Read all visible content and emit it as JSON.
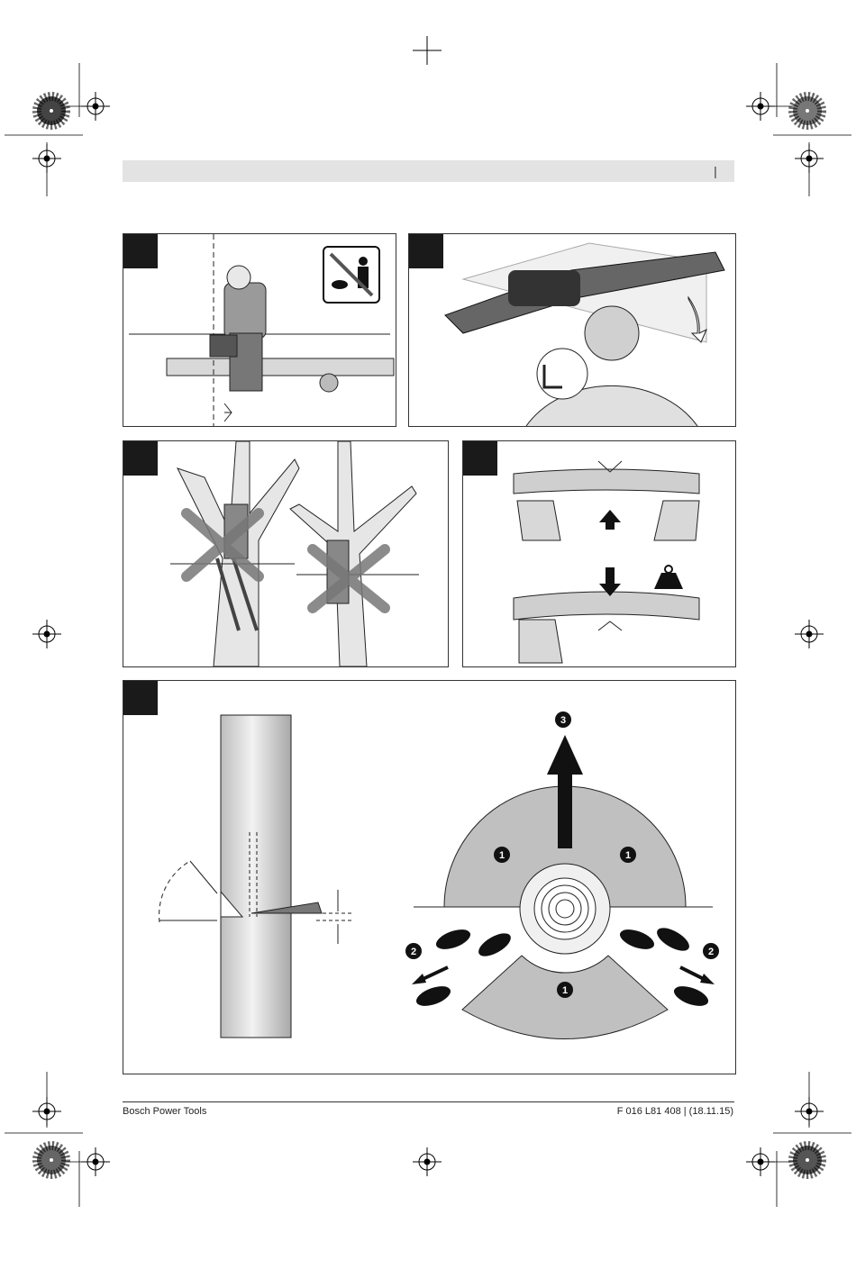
{
  "header": {
    "page_mark": "|"
  },
  "footer": {
    "publisher": "Bosch Power Tools",
    "doc_code": "F 016 L81 408 | (18.11.15)"
  },
  "felling_diagram": {
    "markers": [
      "3",
      "1",
      "1",
      "2",
      "2",
      "1"
    ]
  },
  "colors": {
    "panel_tab": "#1a1a1a",
    "header_band": "#e3e3e3",
    "zone_fill": "#c0c0c0"
  }
}
